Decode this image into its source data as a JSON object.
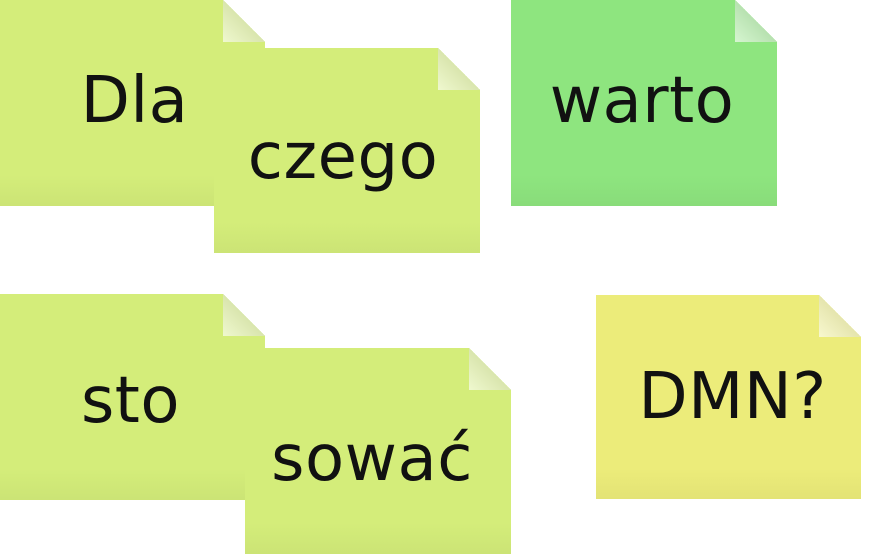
{
  "notes": [
    {
      "id": "dla",
      "text": "Dla",
      "color": "#d4ed7a"
    },
    {
      "id": "czego",
      "text": "czego",
      "color": "#d4ed7a"
    },
    {
      "id": "warto",
      "text": "warto",
      "color": "#8ee57f"
    },
    {
      "id": "sto",
      "text": "sto",
      "color": "#d4ed7a"
    },
    {
      "id": "sowac",
      "text": "sować",
      "color": "#d4ed7a"
    },
    {
      "id": "dmn",
      "text": "DMN?",
      "color": "#ecec7a"
    }
  ]
}
